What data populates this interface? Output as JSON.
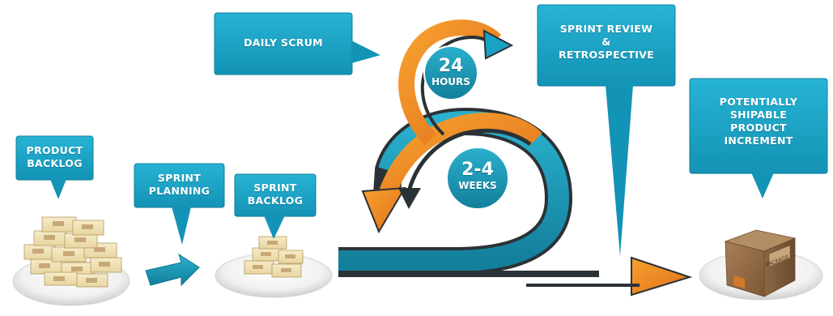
{
  "diagram": {
    "callouts": {
      "product_backlog": [
        "PRODUCT",
        "BACKLOG"
      ],
      "sprint_planning": [
        "SPRINT",
        "PLANNING"
      ],
      "sprint_backlog": [
        "SPRINT",
        "BACKLOG"
      ],
      "daily_scrum": [
        "DAILY SCRUM"
      ],
      "sprint_review": [
        "SPRINT REVIEW",
        "&",
        "RETROSPECTIVE"
      ],
      "increment": [
        "POTENTIALLY",
        "SHIPABLE",
        "PRODUCT",
        "INCREMENT"
      ]
    },
    "cycles": {
      "daily": {
        "value": "24",
        "unit": "HOURS"
      },
      "sprint": {
        "value": "2-4",
        "unit": "WEEKS"
      }
    },
    "package_label": "PACKAGE"
  },
  "colors": {
    "callout": "#1aa2c4",
    "callout_dark": "#0e7f9c",
    "orange": "#f08a1c",
    "teal": "#199bb9",
    "dark": "#2b3236",
    "box": "#efe0b4"
  }
}
